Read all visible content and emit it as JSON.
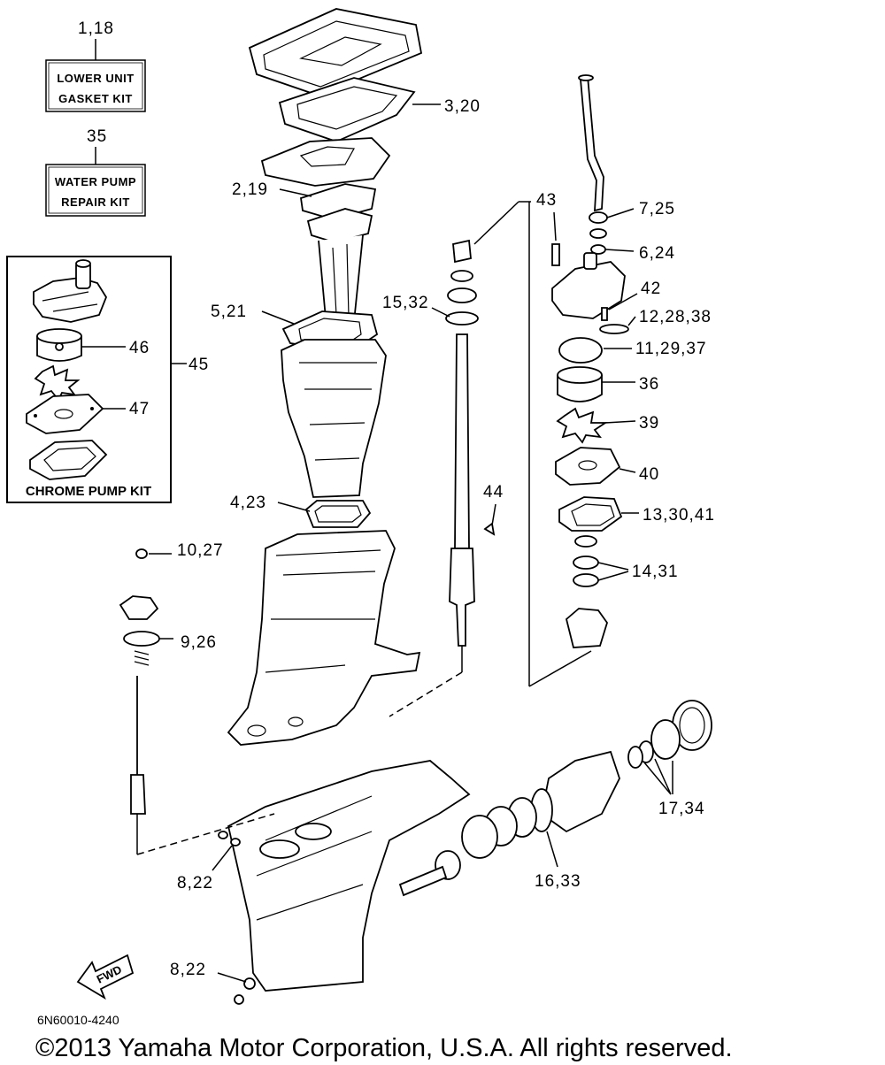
{
  "kits": {
    "gasket_ref": "1,18",
    "gasket_line1": "LOWER UNIT",
    "gasket_line2": "GASKET KIT",
    "pump_ref": "35",
    "pump_line1": "WATER PUMP",
    "pump_line2": "REPAIR KIT",
    "chrome_ref": "45",
    "chrome_title": "CHROME PUMP KIT",
    "chrome_items": {
      "i46": "46",
      "i47": "47"
    }
  },
  "callouts": {
    "c3_20": "3,20",
    "c2_19": "2,19",
    "c5_21": "5,21",
    "c4_23": "4,23",
    "c10_27": "10,27",
    "c9_26": "9,26",
    "c15_32": "15,32",
    "c44": "44",
    "c43": "43",
    "c7_25": "7,25",
    "c6_24": "6,24",
    "c42": "42",
    "c12_28_38": "12,28,38",
    "c11_29_37": "11,29,37",
    "c36": "36",
    "c39": "39",
    "c40": "40",
    "c13_30_41": "13,30,41",
    "c14_31": "14,31",
    "c17_34": "17,34",
    "c16_33": "16,33",
    "c8_22_a": "8,22",
    "c8_22_b": "8,22"
  },
  "fwd_label": "FWD",
  "drawing_code": "6N60010-4240",
  "copyright": "©2013 Yamaha Motor Corporation, U.S.A. All rights reserved."
}
